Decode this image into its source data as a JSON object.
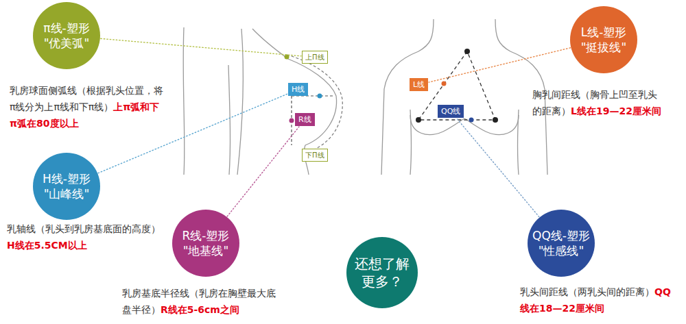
{
  "diagram": {
    "nodes": [
      {
        "text": [
          "π线-塑形 \"优美弧\""
        ]
      },
      {
        "text": [
          "L线-塑形 \"挺拔线\""
        ]
      },
      {
        "text": [
          "上Π线"
        ]
      },
      {
        "text": [
          "H线"
        ]
      },
      {
        "text": [
          "R线"
        ]
      },
      {
        "text": [
          "下Π线"
        ]
      },
      {
        "text": [
          "L线"
        ]
      },
      {
        "text": [
          "QQ线"
        ]
      },
      {
        "text": [
          "H线-塑形 \"山峰线\""
        ]
      },
      {
        "text": [
          "R线-塑形 \"地基线\""
        ]
      },
      {
        "text": [
          "还想了解更多？"
        ]
      },
      {
        "text": [
          "QQ线-塑形 \"性感线\""
        ]
      }
    ],
    "edges": [
      {
        "from": 0,
        "to": 2,
        "arrow": "none"
      },
      {
        "from": 8,
        "to": 3,
        "arrow": "none"
      },
      {
        "from": 9,
        "to": 4,
        "arrow": "none"
      },
      {
        "from": 1,
        "to": 6,
        "arrow": "none"
      },
      {
        "from": 11,
        "to": 7,
        "arrow": "none"
      }
    ],
    "labels": [
      "乳房球面侧弧线（根据乳头位置，将π线分为上π线和下π线）",
      "上π弧和下π弧在80度以上",
      "乳轴线（乳头到乳房基底面的高度）",
      "H线在5.5CM以上",
      "乳房基底半径线（乳房在胸壁最大底盘半径）",
      "R线在5-6cm之间",
      "胸乳间距线（胸骨上凹至乳头的距离）",
      "L线在19—22厘米间",
      "乳头间距线（两乳头间的距离）",
      "QQ线在18—22厘米间"
    ]
  }
}
